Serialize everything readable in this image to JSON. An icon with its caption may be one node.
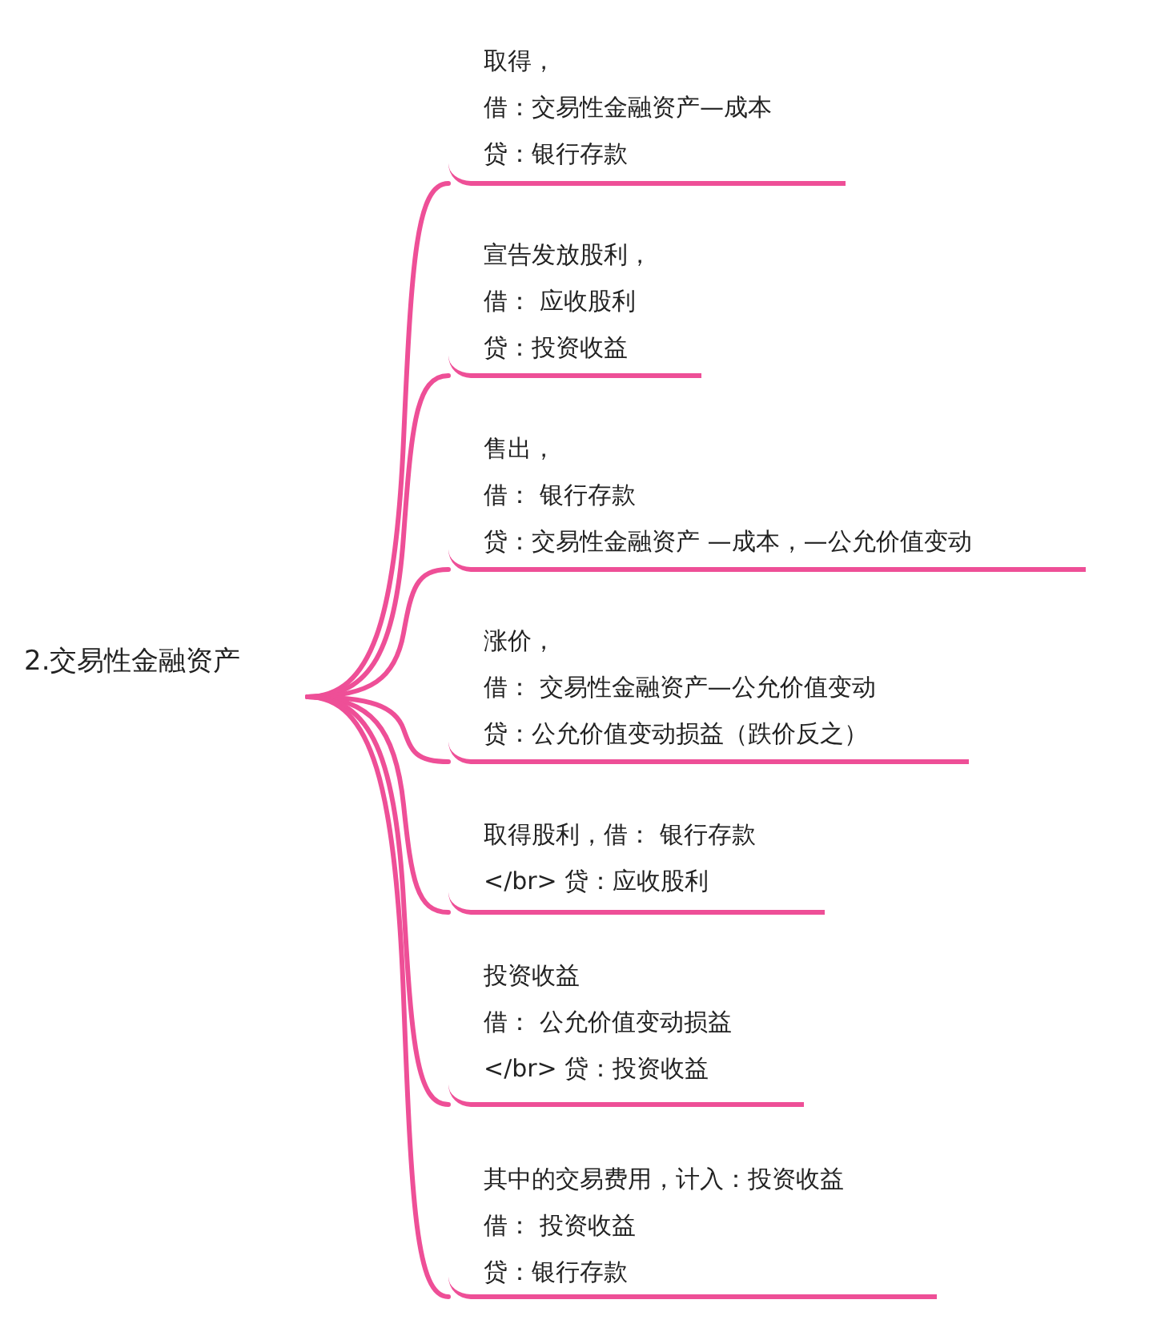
{
  "diagram": {
    "nodes": [
      {
        "text": [
          "2.交易性金融资产"
        ]
      },
      {
        "text": [
          "取得，",
          "借：交易性金融资产—成本",
          "贷：银行存款"
        ]
      },
      {
        "text": [
          "宣告发放股利，",
          "借： 应收股利",
          "贷：投资收益"
        ]
      },
      {
        "text": [
          "售出，",
          "借： 银行存款",
          "贷：交易性金融资产 —成本，—公允价值变动"
        ]
      },
      {
        "text": [
          "涨价，",
          "借： 交易性金融资产—公允价值变动",
          "贷：公允价值变动损益（跌价反之）"
        ]
      },
      {
        "text": [
          "取得股利，借： 银行存款",
          "</br> 贷：应收股利"
        ]
      },
      {
        "text": [
          "投资收益",
          "借： 公允价值变动损益",
          "</br> 贷：投资收益"
        ]
      },
      {
        "text": [
          "其中的交易费用，计入：投资收益",
          "借： 投资收益",
          "贷：银行存款"
        ]
      }
    ],
    "edges": [
      {
        "from": 0,
        "to": 1,
        "arrow": "none"
      },
      {
        "from": 0,
        "to": 2,
        "arrow": "none"
      },
      {
        "from": 0,
        "to": 3,
        "arrow": "none"
      },
      {
        "from": 0,
        "to": 4,
        "arrow": "none"
      },
      {
        "from": 0,
        "to": 5,
        "arrow": "none"
      },
      {
        "from": 0,
        "to": 6,
        "arrow": "none"
      },
      {
        "from": 0,
        "to": 7,
        "arrow": "none"
      }
    ]
  }
}
